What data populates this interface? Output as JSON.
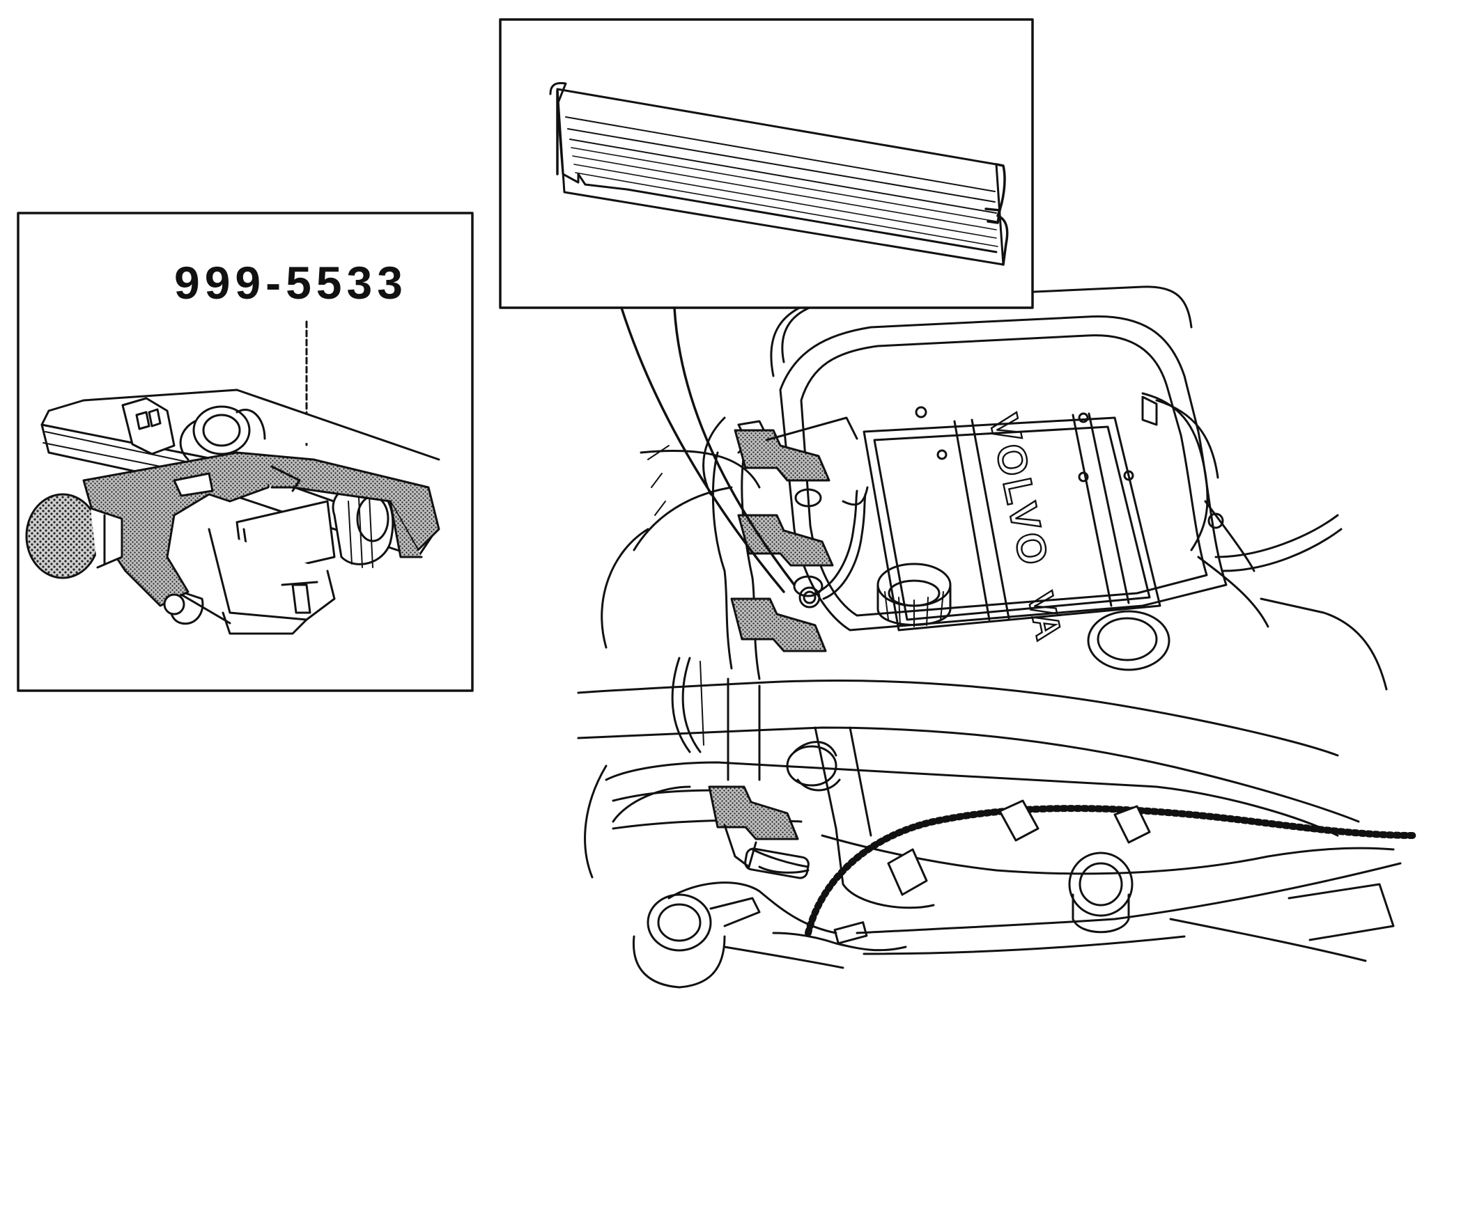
{
  "callout": {
    "tool_number": "999-5533"
  },
  "engine": {
    "brand_text": "VOLVO",
    "cover_text": "VA"
  },
  "colors": {
    "ink": "#111111",
    "paper": "#ffffff",
    "stipple": "#4a4a4a"
  }
}
